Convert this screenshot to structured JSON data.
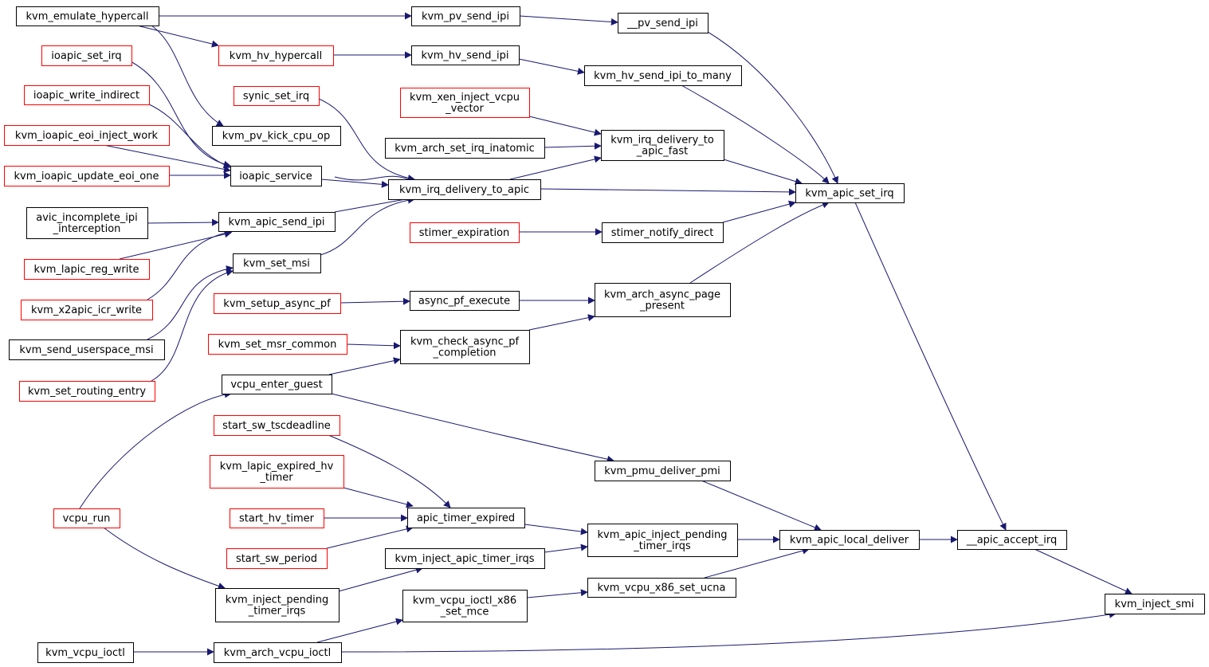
{
  "colors": {
    "edge": "#191970",
    "node_border_default": "#000000",
    "node_border_truncated": "#ff0000",
    "node_fill": "#ffffff",
    "node_fill_root": "#bfbfbf"
  },
  "nodes": {
    "kvm_emulate_hypercall": {
      "lines": [
        "kvm_emulate_hypercall"
      ],
      "style": "black"
    },
    "kvm_pv_send_ipi": {
      "lines": [
        "kvm_pv_send_ipi"
      ],
      "style": "black"
    },
    "pv_send_ipi": {
      "lines": [
        "__pv_send_ipi"
      ],
      "style": "black"
    },
    "kvm_hv_hypercall": {
      "lines": [
        "kvm_hv_hypercall"
      ],
      "style": "red"
    },
    "kvm_hv_send_ipi": {
      "lines": [
        "kvm_hv_send_ipi"
      ],
      "style": "black"
    },
    "kvm_hv_send_ipi_to_many": {
      "lines": [
        "kvm_hv_send_ipi_to_many"
      ],
      "style": "black"
    },
    "ioapic_set_irq": {
      "lines": [
        "ioapic_set_irq"
      ],
      "style": "red"
    },
    "ioapic_write_indirect": {
      "lines": [
        "ioapic_write_indirect"
      ],
      "style": "red"
    },
    "synic_set_irq": {
      "lines": [
        "synic_set_irq"
      ],
      "style": "red"
    },
    "kvm_xen_inject_vcpu_vector": {
      "lines": [
        "kvm_xen_inject_vcpu",
        "_vector"
      ],
      "style": "red"
    },
    "kvm_ioapic_eoi_inject_work": {
      "lines": [
        "kvm_ioapic_eoi_inject_work"
      ],
      "style": "red"
    },
    "kvm_pv_kick_cpu_op": {
      "lines": [
        "kvm_pv_kick_cpu_op"
      ],
      "style": "black"
    },
    "kvm_irq_delivery_to_apic_fast": {
      "lines": [
        "kvm_irq_delivery_to",
        "_apic_fast"
      ],
      "style": "black"
    },
    "kvm_arch_set_irq_inatomic": {
      "lines": [
        "kvm_arch_set_irq_inatomic"
      ],
      "style": "black"
    },
    "kvm_ioapic_update_eoi_one": {
      "lines": [
        "kvm_ioapic_update_eoi_one"
      ],
      "style": "red"
    },
    "ioapic_service": {
      "lines": [
        "ioapic_service"
      ],
      "style": "black"
    },
    "kvm_irq_delivery_to_apic": {
      "lines": [
        "kvm_irq_delivery_to_apic"
      ],
      "style": "black"
    },
    "kvm_apic_set_irq": {
      "lines": [
        "kvm_apic_set_irq"
      ],
      "style": "black"
    },
    "avic_incomplete_ipi_interception": {
      "lines": [
        "avic_incomplete_ipi",
        "_interception"
      ],
      "style": "black"
    },
    "kvm_apic_send_ipi": {
      "lines": [
        "kvm_apic_send_ipi"
      ],
      "style": "black"
    },
    "stimer_expiration": {
      "lines": [
        "stimer_expiration"
      ],
      "style": "red"
    },
    "stimer_notify_direct": {
      "lines": [
        "stimer_notify_direct"
      ],
      "style": "black"
    },
    "kvm_lapic_reg_write": {
      "lines": [
        "kvm_lapic_reg_write"
      ],
      "style": "red"
    },
    "kvm_set_msi": {
      "lines": [
        "kvm_set_msi"
      ],
      "style": "black"
    },
    "kvm_x2apic_icr_write": {
      "lines": [
        "kvm_x2apic_icr_write"
      ],
      "style": "red"
    },
    "kvm_setup_async_pf": {
      "lines": [
        "kvm_setup_async_pf"
      ],
      "style": "red"
    },
    "async_pf_execute": {
      "lines": [
        "async_pf_execute"
      ],
      "style": "black"
    },
    "kvm_arch_async_page_present": {
      "lines": [
        "kvm_arch_async_page",
        "_present"
      ],
      "style": "black"
    },
    "kvm_send_userspace_msi": {
      "lines": [
        "kvm_send_userspace_msi"
      ],
      "style": "black"
    },
    "kvm_set_msr_common": {
      "lines": [
        "kvm_set_msr_common"
      ],
      "style": "red"
    },
    "kvm_check_async_pf_completion": {
      "lines": [
        "kvm_check_async_pf",
        "_completion"
      ],
      "style": "black"
    },
    "kvm_set_routing_entry": {
      "lines": [
        "kvm_set_routing_entry"
      ],
      "style": "red"
    },
    "vcpu_enter_guest": {
      "lines": [
        "vcpu_enter_guest"
      ],
      "style": "black"
    },
    "start_sw_tscdeadline": {
      "lines": [
        "start_sw_tscdeadline"
      ],
      "style": "red"
    },
    "kvm_lapic_expired_hv_timer": {
      "lines": [
        "kvm_lapic_expired_hv",
        "_timer"
      ],
      "style": "red"
    },
    "kvm_pmu_deliver_pmi": {
      "lines": [
        "kvm_pmu_deliver_pmi"
      ],
      "style": "black"
    },
    "vcpu_run": {
      "lines": [
        "vcpu_run"
      ],
      "style": "red"
    },
    "start_hv_timer": {
      "lines": [
        "start_hv_timer"
      ],
      "style": "red"
    },
    "apic_timer_expired": {
      "lines": [
        "apic_timer_expired"
      ],
      "style": "black"
    },
    "kvm_apic_inject_pending_timer_irqs": {
      "lines": [
        "kvm_apic_inject_pending",
        "_timer_irqs"
      ],
      "style": "black"
    },
    "kvm_apic_local_deliver": {
      "lines": [
        "kvm_apic_local_deliver"
      ],
      "style": "black"
    },
    "apic_accept_irq": {
      "lines": [
        "__apic_accept_irq"
      ],
      "style": "black"
    },
    "start_sw_period": {
      "lines": [
        "start_sw_period"
      ],
      "style": "red"
    },
    "kvm_inject_apic_timer_irqs": {
      "lines": [
        "kvm_inject_apic_timer_irqs"
      ],
      "style": "black"
    },
    "kvm_inject_pending_timer_irqs": {
      "lines": [
        "kvm_inject_pending",
        "_timer_irqs"
      ],
      "style": "black"
    },
    "kvm_vcpu_ioctl_x86_set_mce": {
      "lines": [
        "kvm_vcpu_ioctl_x86",
        "_set_mce"
      ],
      "style": "black"
    },
    "kvm_vcpu_x86_set_ucna": {
      "lines": [
        "kvm_vcpu_x86_set_ucna"
      ],
      "style": "black"
    },
    "kvm_inject_smi": {
      "lines": [
        "kvm_inject_smi"
      ],
      "style": "root"
    },
    "kvm_vcpu_ioctl": {
      "lines": [
        "kvm_vcpu_ioctl"
      ],
      "style": "black"
    },
    "kvm_arch_vcpu_ioctl": {
      "lines": [
        "kvm_arch_vcpu_ioctl"
      ],
      "style": "black"
    }
  }
}
